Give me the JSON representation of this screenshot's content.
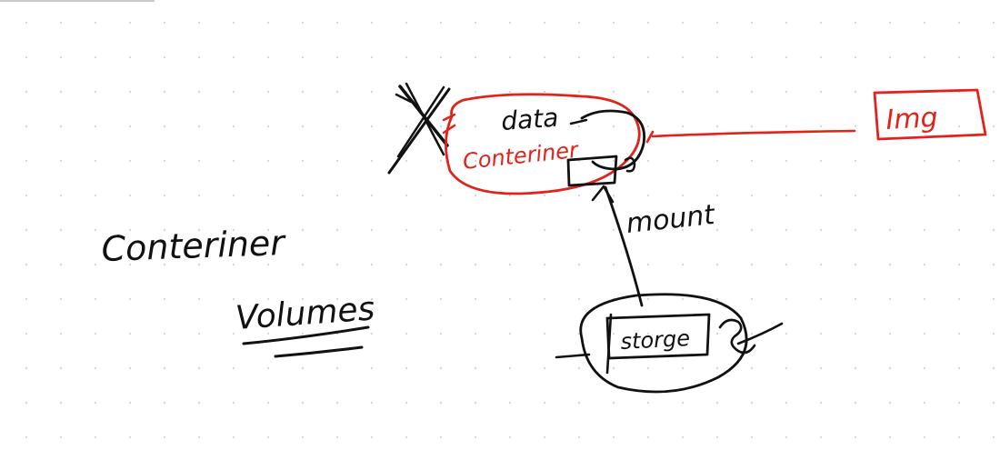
{
  "labels": {
    "left_heading": "Conteriner",
    "volumes": "Volumes",
    "data": "data",
    "container": "Conteriner",
    "mount": "mount",
    "storage": "storge",
    "image": "Img"
  },
  "colors": {
    "ink_black": "#111111",
    "ink_red": "#e0231b",
    "grid_dot": "#d8d8d8",
    "background": "#ffffff"
  }
}
